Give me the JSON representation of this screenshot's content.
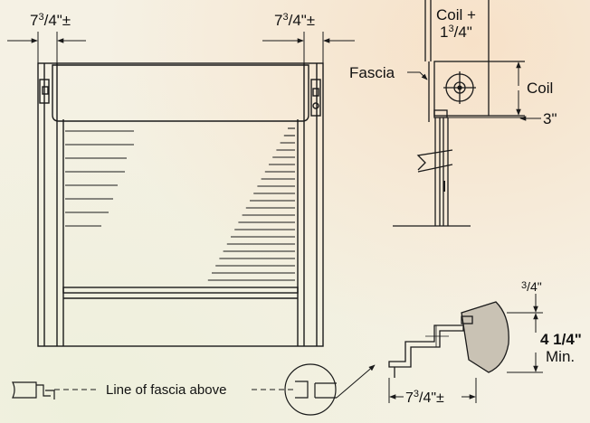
{
  "labels": {
    "left_dim_whole": "7",
    "left_dim_frac_num": "3",
    "left_dim_frac_den": "/4\"±",
    "right_dim_whole": "7",
    "right_dim_frac_num": "3",
    "right_dim_frac_den": "/4\"±",
    "coil_plus_line1": "Coil +",
    "coil_plus_whole": "1",
    "coil_plus_num": "3",
    "coil_plus_den": "/4\"",
    "fascia": "Fascia",
    "coil": "Coil",
    "three_inch": "3\"",
    "three_quarter_num": "3",
    "three_quarter_den": "/4\"",
    "four_quarter": "4 1/4\"",
    "min": "Min.",
    "bottom_dim_whole": "7",
    "bottom_dim_num": "3",
    "bottom_dim_den": "/4\"±",
    "line_of_fascia": "Line of fascia above"
  },
  "colors": {
    "line": "#1a1a1a",
    "hood_fill": "#c9c2b4",
    "background": "#f5f1e4"
  }
}
